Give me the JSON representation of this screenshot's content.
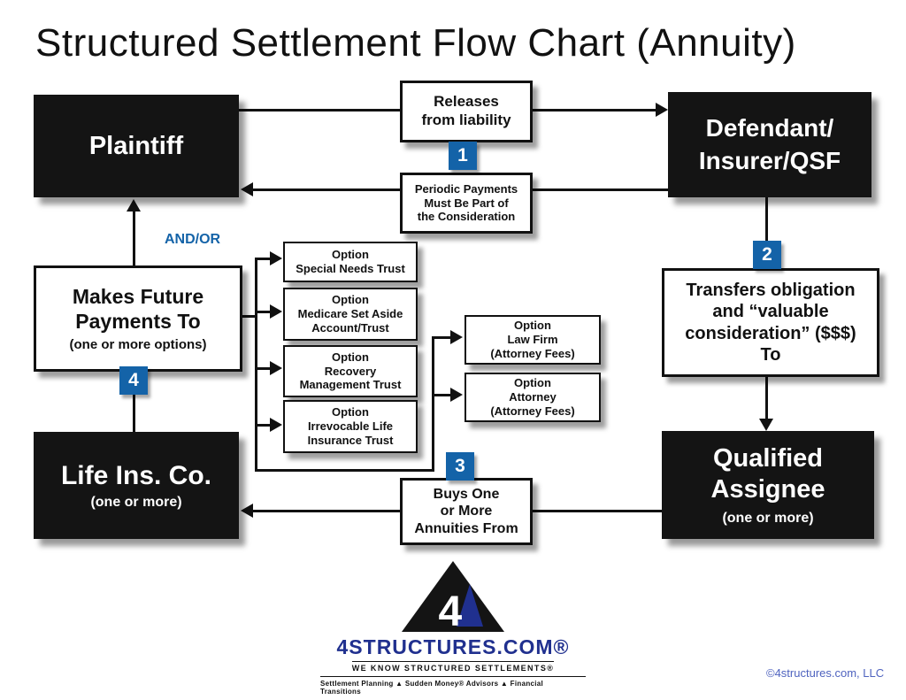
{
  "title": "Structured Settlement Flow Chart (Annuity)",
  "colors": {
    "step_blue": "#1463a8",
    "logo_navy": "#20308f",
    "copyright_blue": "#4f63bf",
    "box_black": "#141414"
  },
  "labels": {
    "and_or": "AND/OR"
  },
  "steps": {
    "s1": "1",
    "s2": "2",
    "s3": "3",
    "s4": "4"
  },
  "nodes": {
    "plaintiff": {
      "title": "Plaintiff"
    },
    "defendant": {
      "lines": [
        "Defendant/",
        "Insurer/QSF"
      ]
    },
    "releases": {
      "lines": [
        "Releases",
        "from liability"
      ]
    },
    "periodic": {
      "lines": [
        "Periodic Payments",
        "Must Be Part of",
        "the Consideration"
      ]
    },
    "transfers": {
      "lines": [
        "Transfers obligation",
        "and “valuable",
        "consideration” ($$$)",
        "To"
      ]
    },
    "qualified": {
      "lines": [
        "Qualified",
        "Assignee"
      ],
      "sub": "(one or more)"
    },
    "makes_future": {
      "lines": [
        "Makes Future",
        "Payments To"
      ],
      "sub": "(one or more options)"
    },
    "life_ins": {
      "title": "Life Ins. Co.",
      "sub": "(one or more)"
    },
    "buys": {
      "lines": [
        "Buys One",
        "or More",
        "Annuities From"
      ]
    },
    "opt_special": {
      "label": "Option",
      "lines": [
        "Special Needs Trust"
      ]
    },
    "opt_medicare": {
      "label": "Option",
      "lines": [
        "Medicare Set Aside",
        "Account/Trust"
      ]
    },
    "opt_recovery": {
      "label": "Option",
      "lines": [
        "Recovery",
        "Management Trust"
      ]
    },
    "opt_irrevocable": {
      "label": "Option",
      "lines": [
        "Irrevocable Life",
        "Insurance Trust"
      ]
    },
    "opt_lawfirm": {
      "label": "Option",
      "lines": [
        "Law Firm",
        "(Attorney Fees)"
      ]
    },
    "opt_attorney": {
      "label": "Option",
      "lines": [
        "Attorney",
        "(Attorney Fees)"
      ]
    }
  },
  "logo": {
    "numeral": "4",
    "brand": "4STRUCTURES.COM®",
    "tagline": "WE KNOW STRUCTURED SETTLEMENTS®",
    "services": "Settlement Planning ▲ Sudden Money® Advisors ▲ Financial Transitions"
  },
  "footer": {
    "copyright": "©4structures.com, LLC"
  }
}
